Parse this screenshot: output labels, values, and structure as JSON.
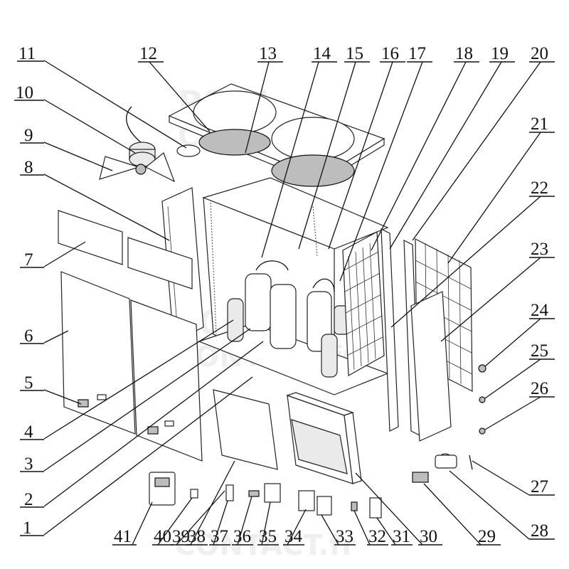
{
  "watermark": {
    "line1": "POOL",
    "line2": "CONTACT.fr"
  },
  "callouts": [
    {
      "id": "1",
      "label": "1"
    },
    {
      "id": "2",
      "label": "2"
    },
    {
      "id": "3",
      "label": "3"
    },
    {
      "id": "4",
      "label": "4"
    },
    {
      "id": "5",
      "label": "5"
    },
    {
      "id": "6",
      "label": "6"
    },
    {
      "id": "7",
      "label": "7"
    },
    {
      "id": "8",
      "label": "8"
    },
    {
      "id": "9",
      "label": "9"
    },
    {
      "id": "10",
      "label": "10"
    },
    {
      "id": "11",
      "label": "11"
    },
    {
      "id": "12",
      "label": "12"
    },
    {
      "id": "13",
      "label": "13"
    },
    {
      "id": "14",
      "label": "14"
    },
    {
      "id": "15",
      "label": "15"
    },
    {
      "id": "16",
      "label": "16"
    },
    {
      "id": "17",
      "label": "17"
    },
    {
      "id": "18",
      "label": "18"
    },
    {
      "id": "19",
      "label": "19"
    },
    {
      "id": "20",
      "label": "20"
    },
    {
      "id": "21",
      "label": "21"
    },
    {
      "id": "22",
      "label": "22"
    },
    {
      "id": "23",
      "label": "23"
    },
    {
      "id": "24",
      "label": "24"
    },
    {
      "id": "25",
      "label": "25"
    },
    {
      "id": "26",
      "label": "26"
    },
    {
      "id": "27",
      "label": "27"
    },
    {
      "id": "28",
      "label": "28"
    },
    {
      "id": "29",
      "label": "29"
    },
    {
      "id": "30",
      "label": "30"
    },
    {
      "id": "31",
      "label": "31"
    },
    {
      "id": "32",
      "label": "32"
    },
    {
      "id": "33",
      "label": "33"
    },
    {
      "id": "34",
      "label": "34"
    },
    {
      "id": "35",
      "label": "35"
    },
    {
      "id": "36",
      "label": "36"
    },
    {
      "id": "37",
      "label": "37"
    },
    {
      "id": "38",
      "label": "38"
    },
    {
      "id": "39",
      "label": "39"
    },
    {
      "id": "40",
      "label": "40"
    },
    {
      "id": "41",
      "label": "41"
    }
  ]
}
